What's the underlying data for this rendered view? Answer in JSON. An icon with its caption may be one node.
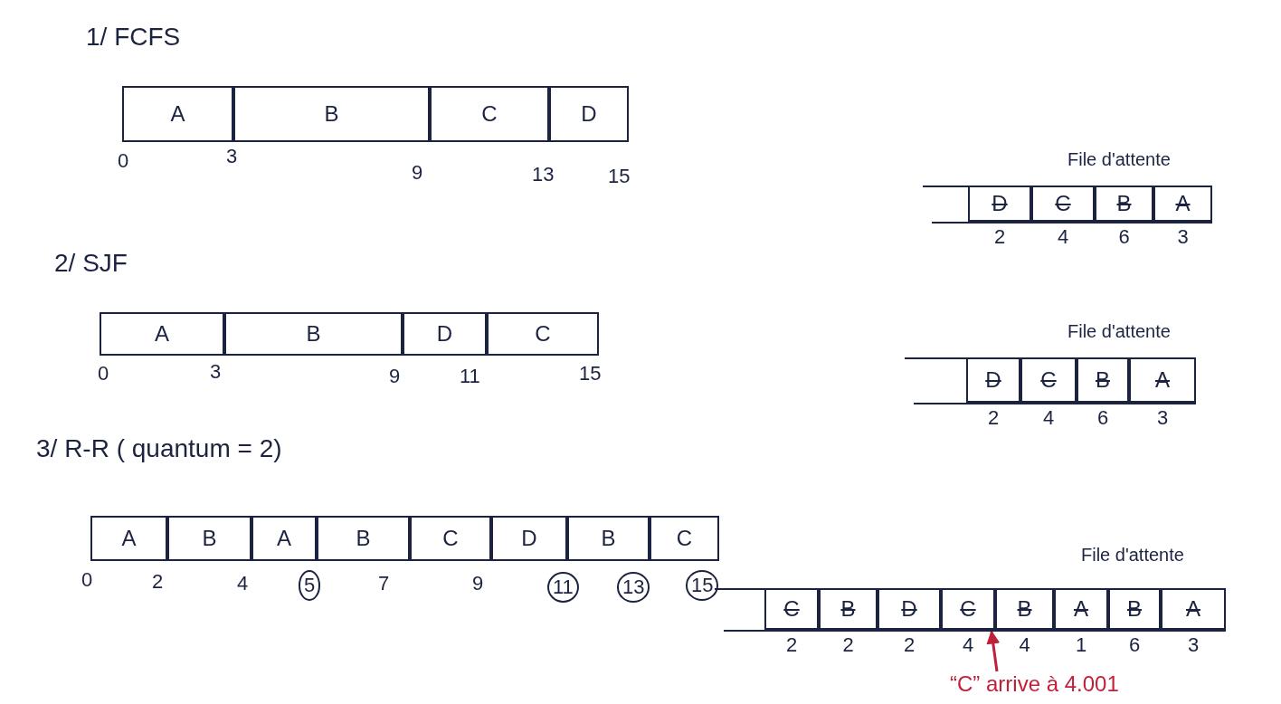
{
  "diagram": {
    "nodes": [
      {
        "text": [
          "A"
        ]
      },
      {
        "text": [
          "B"
        ]
      },
      {
        "text": [
          "C"
        ]
      },
      {
        "text": [
          "D"
        ]
      },
      {
        "text": [
          "D"
        ],
        "beside": [
          "2"
        ]
      },
      {
        "text": [
          "C"
        ],
        "beside": [
          "4"
        ]
      },
      {
        "text": [
          "B"
        ],
        "beside": [
          "6"
        ]
      },
      {
        "text": [
          "A"
        ],
        "beside": [
          "3"
        ]
      },
      {
        "text": [
          "A"
        ]
      },
      {
        "text": [
          "B"
        ]
      },
      {
        "text": [
          "D"
        ]
      },
      {
        "text": [
          "C"
        ]
      },
      {
        "text": [
          "D"
        ],
        "beside": [
          "2"
        ]
      },
      {
        "text": [
          "C"
        ],
        "beside": [
          "4"
        ]
      },
      {
        "text": [
          "B"
        ],
        "beside": [
          "6"
        ]
      },
      {
        "text": [
          "A"
        ],
        "beside": [
          "3"
        ]
      },
      {
        "text": [
          "A"
        ]
      },
      {
        "text": [
          "B"
        ]
      },
      {
        "text": [
          "A"
        ]
      },
      {
        "text": [
          "B"
        ]
      },
      {
        "text": [
          "C"
        ]
      },
      {
        "text": [
          "D"
        ]
      },
      {
        "text": [
          "B"
        ]
      },
      {
        "text": [
          "C"
        ]
      },
      {
        "text": [
          "C"
        ],
        "beside": [
          "2"
        ]
      },
      {
        "text": [
          "B"
        ],
        "beside": [
          "2"
        ]
      },
      {
        "text": [
          "D"
        ],
        "beside": [
          "2"
        ]
      },
      {
        "text": [
          "C"
        ],
        "beside": [
          "4"
        ]
      },
      {
        "text": [
          "B"
        ],
        "beside": [
          "4"
        ]
      },
      {
        "text": [
          "A"
        ],
        "beside": [
          "1"
        ]
      },
      {
        "text": [
          "B"
        ],
        "beside": [
          "6"
        ]
      },
      {
        "text": [
          "A"
        ],
        "beside": [
          "3"
        ]
      },
      {
        "text": [
          "“C” arrive à 4.001"
        ]
      }
    ],
    "edges": [
      {
        "from": 32,
        "to": 27,
        "arrow": "to",
        "color": "#c0203a"
      }
    ],
    "labels": [
      "1/ FCFS",
      "0",
      "3",
      "9",
      "13",
      "15",
      "File d'attente",
      "2/ SJF",
      "0",
      "3",
      "9",
      "11",
      "15",
      "File d'attente",
      "3/ R-R ( quantum = 2)",
      "0",
      "2",
      "4",
      "5",
      "7",
      "9",
      "11",
      "13",
      "15",
      "File d'attente"
    ]
  }
}
